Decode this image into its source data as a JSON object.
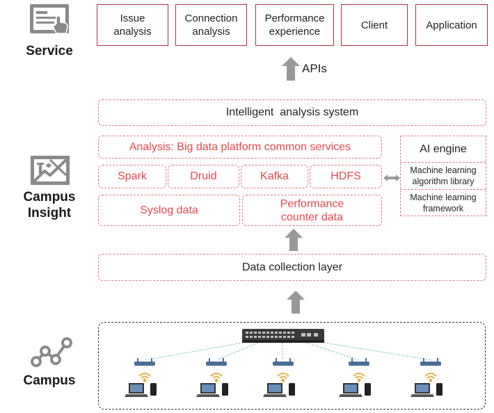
{
  "tiers": {
    "service": "Service",
    "insight": "Campus\nInsight",
    "campus": "Campus"
  },
  "service_boxes": [
    {
      "label": "Issue\nanalysis"
    },
    {
      "label": "Connection\nanalysis"
    },
    {
      "label": "Performance\nexperience"
    },
    {
      "label": "Client"
    },
    {
      "label": "Application"
    }
  ],
  "apis_label": "APIs",
  "intelligent_label": "Intelligent  analysis system",
  "analysis_label": "Analysis: Big data platform common services",
  "tools": [
    "Spark",
    "Druid",
    "Kafka",
    "HDFS"
  ],
  "data_sources": [
    "Syslog data",
    "Performance\ncounter data"
  ],
  "ai_engine": {
    "title": "AI engine",
    "ml_library": "Machine learning\nalgorithm library",
    "ml_framework": "Machine learning\nframework"
  },
  "collection_label": "Data collection layer",
  "colors": {
    "accent_red": "#e8474d",
    "border_red": "#b3303a",
    "arrow_gray": "#999999",
    "icon_gray": "#7f7f7f"
  }
}
